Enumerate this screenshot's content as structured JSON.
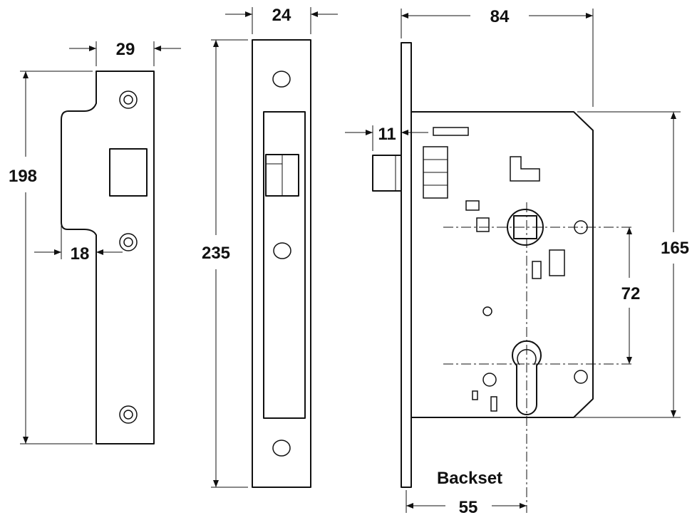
{
  "dimensions": {
    "strike_width": "29",
    "strike_height": "198",
    "strike_lip": "18",
    "faceplate_width": "24",
    "faceplate_height": "235",
    "case_depth": "84",
    "latch_projection": "11",
    "case_height": "165",
    "centres": "72",
    "backset_value": "55"
  },
  "labels": {
    "backset": "Backset"
  }
}
